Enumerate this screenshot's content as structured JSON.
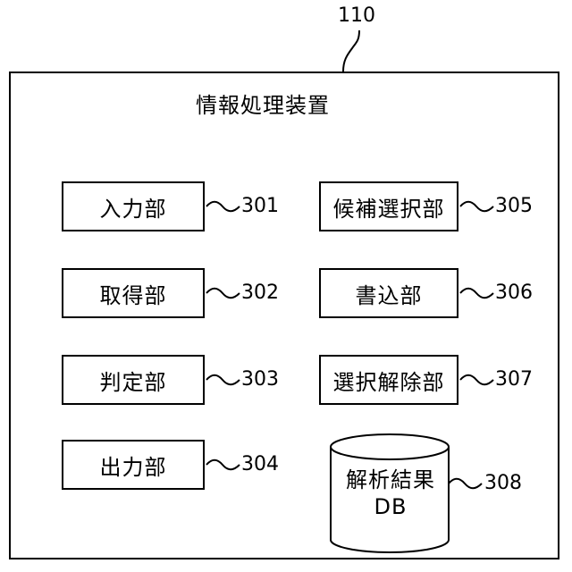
{
  "diagram": {
    "outer_ref": "110",
    "device_title": "情報処理装置",
    "units": [
      {
        "label": "入力部",
        "ref": "301"
      },
      {
        "label": "取得部",
        "ref": "302"
      },
      {
        "label": "判定部",
        "ref": "303"
      },
      {
        "label": "出力部",
        "ref": "304"
      },
      {
        "label": "候補選択部",
        "ref": "305"
      },
      {
        "label": "書込部",
        "ref": "306"
      },
      {
        "label": "選択解除部",
        "ref": "307"
      }
    ],
    "database": {
      "label_line1": "解析結果",
      "label_line2": "DB",
      "ref": "308"
    }
  }
}
